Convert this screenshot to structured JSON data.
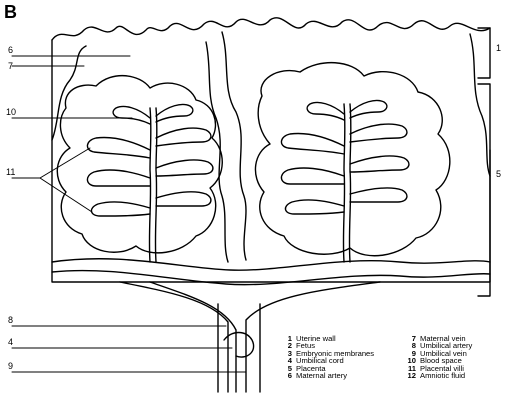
{
  "panel_label": "B",
  "callouts_left": {
    "a": "6",
    "b": "7",
    "c": "10",
    "d": "11",
    "e": "8",
    "f": "4",
    "g": "9"
  },
  "callouts_right": {
    "a": "1",
    "b": "5"
  },
  "legend": [
    {
      "num": "1",
      "text": "Uterine wall"
    },
    {
      "num": "2",
      "text": "Fetus"
    },
    {
      "num": "3",
      "text": "Embryonic membranes"
    },
    {
      "num": "4",
      "text": "Umbilical cord"
    },
    {
      "num": "5",
      "text": "Placenta"
    },
    {
      "num": "6",
      "text": "Maternal artery"
    },
    {
      "num": "7",
      "text": "Maternal vein"
    },
    {
      "num": "8",
      "text": "Umbilical artery"
    },
    {
      "num": "9",
      "text": "Umbilical vein"
    },
    {
      "num": "10",
      "text": "Blood space"
    },
    {
      "num": "11",
      "text": "Placental villi"
    },
    {
      "num": "12",
      "text": "Amniotic fluid"
    }
  ]
}
